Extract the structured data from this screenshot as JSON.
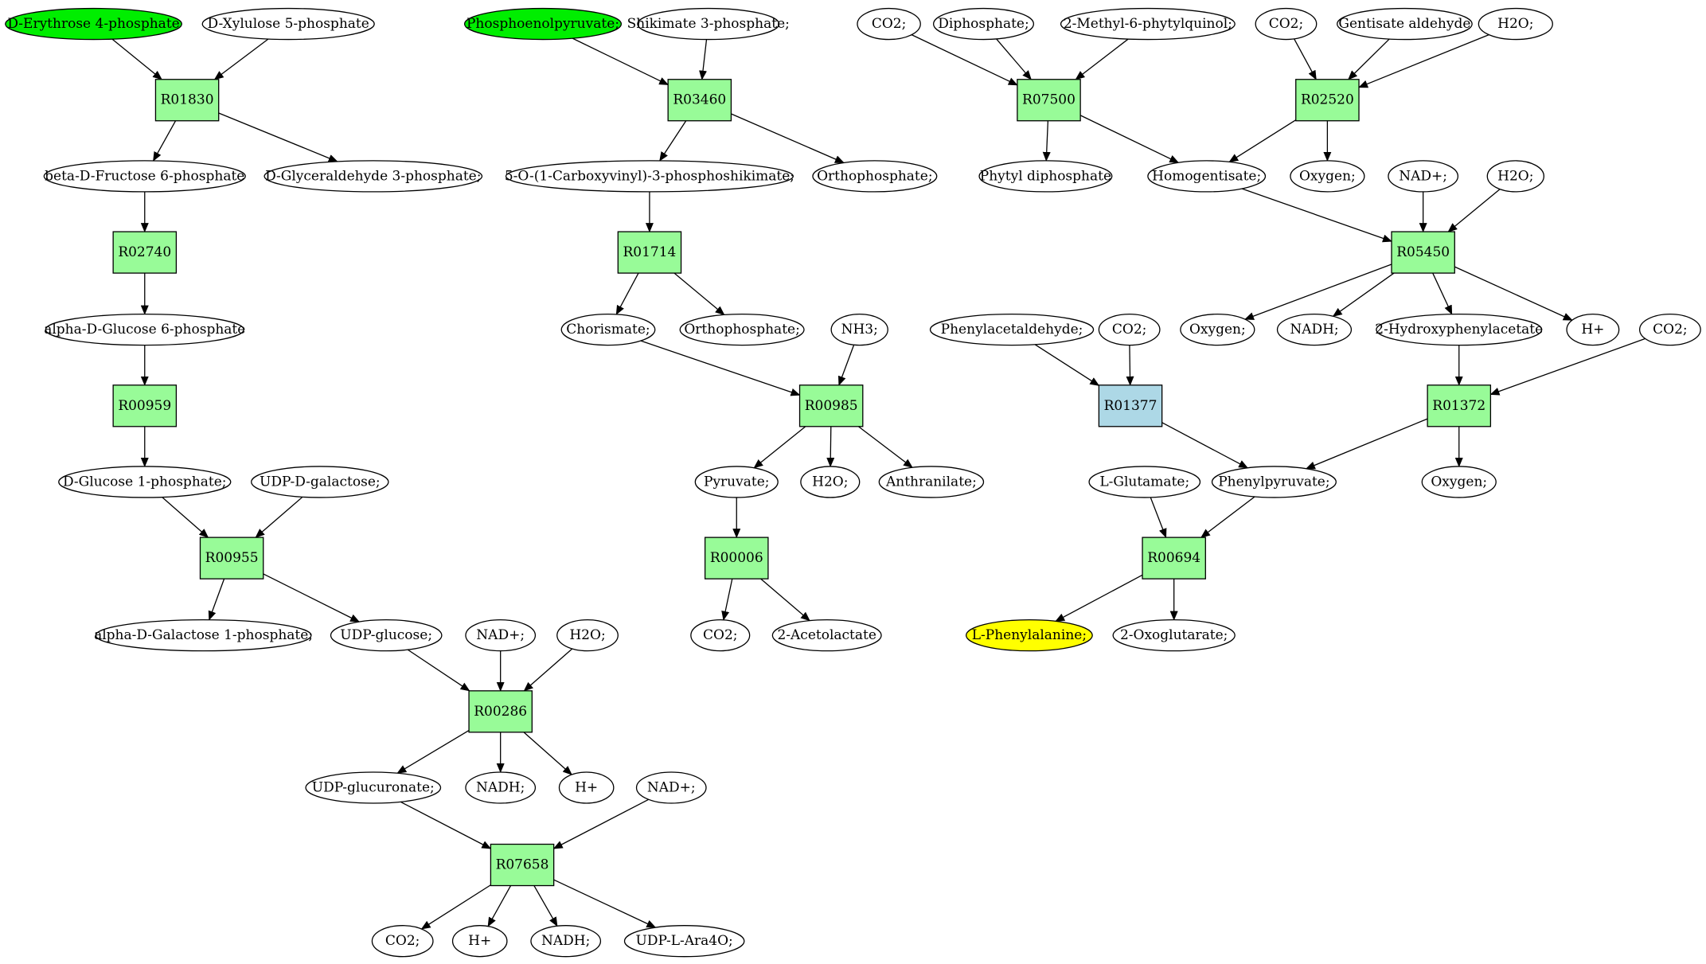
{
  "colors": {
    "reaction_fill": "#98fb98",
    "reaction_alt_fill": "#add8e6",
    "start_compound_fill": "#00ee00",
    "target_compound_fill": "#ffff00",
    "compound_fill": "#ffffff"
  },
  "compounds": [
    {
      "id": "c1",
      "label": "D-Erythrose 4-phosphate",
      "fill": "#00ee00"
    },
    {
      "id": "c2",
      "label": "D-Xylulose 5-phosphate"
    },
    {
      "id": "c3",
      "label": "beta-D-Fructose 6-phosphate"
    },
    {
      "id": "c4",
      "label": "D-Glyceraldehyde 3-phosphate;"
    },
    {
      "id": "c5",
      "label": "alpha-D-Glucose 6-phosphate"
    },
    {
      "id": "c6",
      "label": "D-Glucose 1-phosphate;"
    },
    {
      "id": "c7",
      "label": "UDP-D-galactose;"
    },
    {
      "id": "c8",
      "label": "alpha-D-Galactose 1-phosphate;"
    },
    {
      "id": "c9",
      "label": "UDP-glucose;"
    },
    {
      "id": "c10",
      "label": "NAD+;"
    },
    {
      "id": "c11",
      "label": "H2O;"
    },
    {
      "id": "c12",
      "label": "UDP-glucuronate;"
    },
    {
      "id": "c13",
      "label": "NADH;"
    },
    {
      "id": "c14",
      "label": "H+"
    },
    {
      "id": "c15",
      "label": "NAD+;"
    },
    {
      "id": "c16",
      "label": "CO2;"
    },
    {
      "id": "c17",
      "label": "H+"
    },
    {
      "id": "c18",
      "label": "NADH;"
    },
    {
      "id": "c19",
      "label": "UDP-L-Ara4O;"
    },
    {
      "id": "c20",
      "label": "Phosphoenolpyruvate;",
      "fill": "#00ee00"
    },
    {
      "id": "c21",
      "label": "Shikimate 3-phosphate;"
    },
    {
      "id": "c22",
      "label": "5-O-(1-Carboxyvinyl)-3-phosphoshikimate;"
    },
    {
      "id": "c23",
      "label": "Orthophosphate;"
    },
    {
      "id": "c24",
      "label": "Chorismate;"
    },
    {
      "id": "c25",
      "label": "Orthophosphate;"
    },
    {
      "id": "c26",
      "label": "NH3;"
    },
    {
      "id": "c27",
      "label": "Pyruvate;"
    },
    {
      "id": "c28",
      "label": "H2O;"
    },
    {
      "id": "c29",
      "label": "Anthranilate;"
    },
    {
      "id": "c30",
      "label": "CO2;"
    },
    {
      "id": "c31",
      "label": "2-Acetolactate"
    },
    {
      "id": "c32",
      "label": "CO2;"
    },
    {
      "id": "c33",
      "label": "Diphosphate;"
    },
    {
      "id": "c34",
      "label": "2-Methyl-6-phytylquinol;"
    },
    {
      "id": "c35",
      "label": "CO2;"
    },
    {
      "id": "c36",
      "label": "Gentisate aldehyde"
    },
    {
      "id": "c37",
      "label": "H2O;"
    },
    {
      "id": "c38",
      "label": "Phytyl diphosphate"
    },
    {
      "id": "c39",
      "label": "Homogentisate;"
    },
    {
      "id": "c40",
      "label": "Oxygen;"
    },
    {
      "id": "c41",
      "label": "NAD+;"
    },
    {
      "id": "c42",
      "label": "H2O;"
    },
    {
      "id": "c43",
      "label": "Oxygen;"
    },
    {
      "id": "c44",
      "label": "NADH;"
    },
    {
      "id": "c45",
      "label": "2-Hydroxyphenylacetate"
    },
    {
      "id": "c46",
      "label": "H+"
    },
    {
      "id": "c47",
      "label": "CO2;"
    },
    {
      "id": "c48",
      "label": "Phenylacetaldehyde;"
    },
    {
      "id": "c49",
      "label": "CO2;"
    },
    {
      "id": "c50",
      "label": "L-Glutamate;"
    },
    {
      "id": "c51",
      "label": "Phenylpyruvate;"
    },
    {
      "id": "c52",
      "label": "Oxygen;"
    },
    {
      "id": "c53",
      "label": "L-Phenylalanine;",
      "fill": "#ffff00"
    },
    {
      "id": "c54",
      "label": "2-Oxoglutarate;"
    }
  ],
  "reactions": [
    {
      "id": "r1",
      "label": "R01830"
    },
    {
      "id": "r2",
      "label": "R02740"
    },
    {
      "id": "r3",
      "label": "R00959"
    },
    {
      "id": "r4",
      "label": "R00955"
    },
    {
      "id": "r5",
      "label": "R00286"
    },
    {
      "id": "r6",
      "label": "R07658"
    },
    {
      "id": "r7",
      "label": "R03460"
    },
    {
      "id": "r8",
      "label": "R01714"
    },
    {
      "id": "r9",
      "label": "R00985"
    },
    {
      "id": "r10",
      "label": "R00006"
    },
    {
      "id": "r11",
      "label": "R07500"
    },
    {
      "id": "r12",
      "label": "R02520"
    },
    {
      "id": "r13",
      "label": "R05450"
    },
    {
      "id": "r14",
      "label": "R01377",
      "fill": "#add8e6"
    },
    {
      "id": "r15",
      "label": "R01372"
    },
    {
      "id": "r16",
      "label": "R00694"
    }
  ],
  "edges": [
    [
      "c1",
      "r1"
    ],
    [
      "c2",
      "r1"
    ],
    [
      "r1",
      "c3"
    ],
    [
      "r1",
      "c4"
    ],
    [
      "c3",
      "r2"
    ],
    [
      "r2",
      "c5"
    ],
    [
      "c5",
      "r3"
    ],
    [
      "r3",
      "c6"
    ],
    [
      "c6",
      "r4"
    ],
    [
      "c7",
      "r4"
    ],
    [
      "r4",
      "c8"
    ],
    [
      "r4",
      "c9"
    ],
    [
      "c9",
      "r5"
    ],
    [
      "c10",
      "r5"
    ],
    [
      "c11",
      "r5"
    ],
    [
      "r5",
      "c12"
    ],
    [
      "r5",
      "c13"
    ],
    [
      "r5",
      "c14"
    ],
    [
      "c12",
      "r6"
    ],
    [
      "c15",
      "r6"
    ],
    [
      "r6",
      "c16"
    ],
    [
      "r6",
      "c17"
    ],
    [
      "r6",
      "c18"
    ],
    [
      "r6",
      "c19"
    ],
    [
      "c20",
      "r7"
    ],
    [
      "c21",
      "r7"
    ],
    [
      "r7",
      "c22"
    ],
    [
      "r7",
      "c23"
    ],
    [
      "c22",
      "r8"
    ],
    [
      "r8",
      "c24"
    ],
    [
      "r8",
      "c25"
    ],
    [
      "c24",
      "r9"
    ],
    [
      "c26",
      "r9"
    ],
    [
      "r9",
      "c27"
    ],
    [
      "r9",
      "c28"
    ],
    [
      "r9",
      "c29"
    ],
    [
      "c27",
      "r10"
    ],
    [
      "r10",
      "c30"
    ],
    [
      "r10",
      "c31"
    ],
    [
      "c32",
      "r11"
    ],
    [
      "c33",
      "r11"
    ],
    [
      "c34",
      "r11"
    ],
    [
      "r11",
      "c38"
    ],
    [
      "r11",
      "c39"
    ],
    [
      "c35",
      "r12"
    ],
    [
      "c36",
      "r12"
    ],
    [
      "c37",
      "r12"
    ],
    [
      "r12",
      "c39"
    ],
    [
      "r12",
      "c40"
    ],
    [
      "c39",
      "r13"
    ],
    [
      "c41",
      "r13"
    ],
    [
      "c42",
      "r13"
    ],
    [
      "r13",
      "c43"
    ],
    [
      "r13",
      "c44"
    ],
    [
      "r13",
      "c45"
    ],
    [
      "r13",
      "c46"
    ],
    [
      "c48",
      "r14"
    ],
    [
      "c49",
      "r14"
    ],
    [
      "r14",
      "c51"
    ],
    [
      "c45",
      "r15"
    ],
    [
      "c47",
      "r15"
    ],
    [
      "r15",
      "c51"
    ],
    [
      "r15",
      "c52"
    ],
    [
      "c50",
      "r16"
    ],
    [
      "c51",
      "r16"
    ],
    [
      "r16",
      "c53"
    ],
    [
      "r16",
      "c54"
    ]
  ]
}
